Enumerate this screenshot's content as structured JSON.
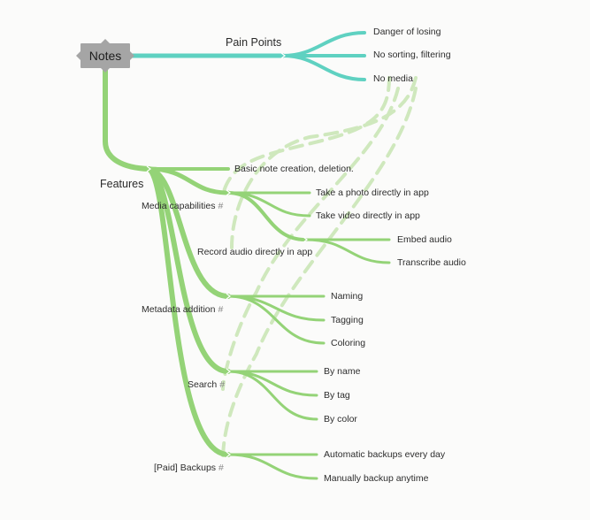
{
  "root": {
    "label": "Notes"
  },
  "colors": {
    "teal": "#5fd1c1",
    "green": "#94d377",
    "dashed": "#cfe8bd",
    "root_bg": "#a5a5a5"
  },
  "pain_points": {
    "label": "Pain Points",
    "items": [
      {
        "label": "Danger of losing"
      },
      {
        "label": "No sorting, filtering"
      },
      {
        "label": "No media"
      }
    ]
  },
  "features": {
    "label": "Features",
    "basic": {
      "label": "Basic note creation, deletion."
    },
    "media": {
      "label": "Media capabilities",
      "hash": "#",
      "items": [
        {
          "label": "Take a photo directly in app"
        },
        {
          "label": "Take video directly in app"
        },
        {
          "label": "Record audio directly in app"
        }
      ],
      "audio_items": [
        {
          "label": "Embed audio"
        },
        {
          "label": "Transcribe audio"
        }
      ]
    },
    "metadata": {
      "label": "Metadata addition",
      "hash": "#",
      "items": [
        {
          "label": "Naming"
        },
        {
          "label": "Tagging"
        },
        {
          "label": "Coloring"
        }
      ]
    },
    "search": {
      "label": "Search",
      "hash": "#",
      "items": [
        {
          "label": "By name"
        },
        {
          "label": "By tag"
        },
        {
          "label": "By color"
        }
      ]
    },
    "backups": {
      "label": "[Paid] Backups",
      "hash": "#",
      "items": [
        {
          "label": "Automatic backups every day"
        },
        {
          "label": "Manually backup anytime"
        }
      ]
    }
  }
}
